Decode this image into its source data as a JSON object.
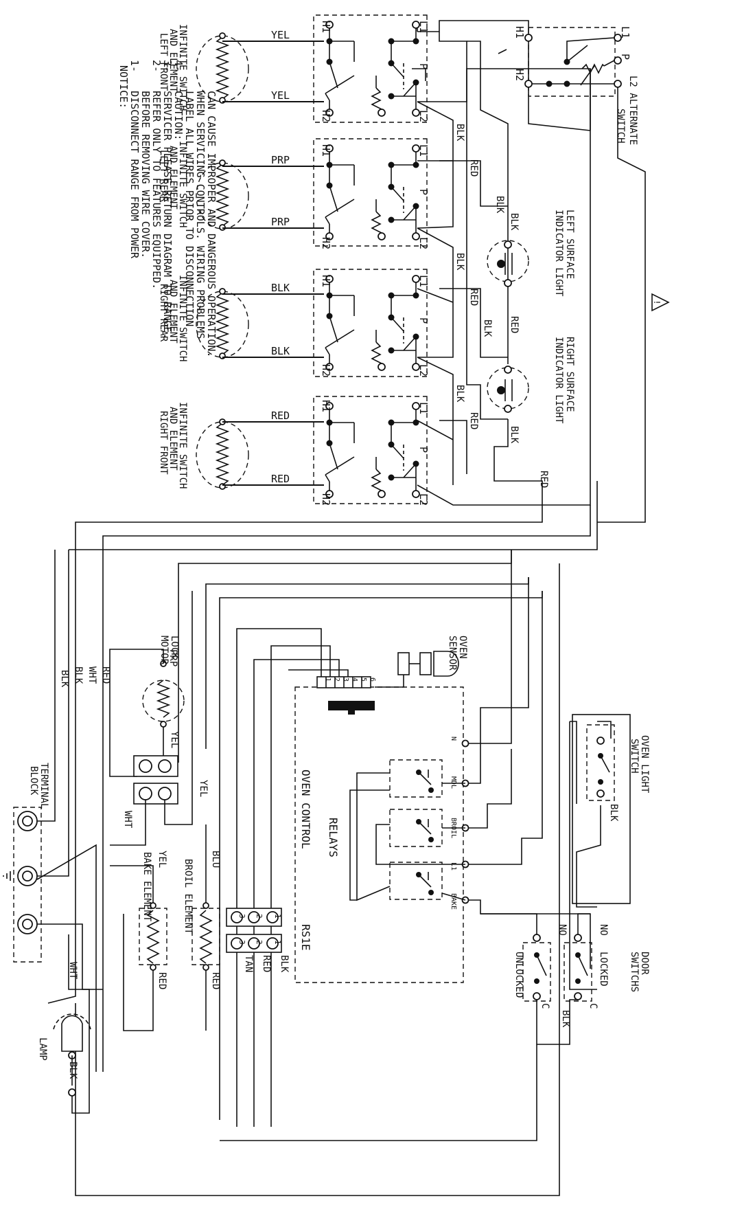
{
  "notice": {
    "heading": "NOTICE:",
    "items": [
      "1-   DISCONNECT RANGE FROM POWER",
      "     BEFORE REMOVING WIRE COVER.",
      "2-   REFER ONLY TO FEATURES EQUIPPED.",
      "3-   SERVICER PLEASE RETURN DIAGRAM TO RANGE.",
      "4-   CAUTION:",
      "     LABEL ALL WIRES PRIOR TO DISCONNECTION",
      "     WHEN SERVICING CONTROLS. WIRING PROBLEMS",
      "     CAN CAUSE IMPROPER AND DANGEROUS OPERATION."
    ]
  },
  "warning_symbol": "!",
  "switches": [
    {
      "l1": "INFINITE SWITCH",
      "l2": "AND ELEMENT",
      "l3": "LEFT FRONT",
      "wire": "YEL"
    },
    {
      "l1": "INFINITE SWITCH",
      "l2": "AND ELEMENT",
      "l3": "LEFT REAR",
      "wire": "PRP"
    },
    {
      "l1": "INFINITE SWITCH",
      "l2": "AND ELEMENT",
      "l3": "RIGHT REAR",
      "wire": "BLK"
    },
    {
      "l1": "INFINITE SWITCH",
      "l2": "AND ELEMENT",
      "l3": "RIGHT FRONT",
      "wire": "RED"
    }
  ],
  "terminals": {
    "h1": "H1",
    "h2": "H2",
    "l1": "L1",
    "l2": "L2",
    "p": "P"
  },
  "alternate_switch": {
    "l1": "L2 ALTERNATE",
    "l2": "SWITCH"
  },
  "left_indicator": {
    "l1": "LEFT SURFACE",
    "l2": "INDICATOR LIGHT"
  },
  "right_indicator": {
    "l1": "RIGHT SURFACE",
    "l2": "INDICATOR LIGHT"
  },
  "wire_colors": {
    "blk": "BLK",
    "red": "RED",
    "wht": "WHT",
    "yel": "YEL",
    "prp": "PRP",
    "blu": "BLU",
    "tan": "TAN"
  },
  "oven_sensor": {
    "l1": "OVEN",
    "l2": "SENSOR"
  },
  "connector_pins": [
    "6",
    "5",
    "4",
    "3",
    "2",
    "1"
  ],
  "oven_light_switch": {
    "l1": "OVEN LIGHT",
    "l2": "SWITCH"
  },
  "lock_motor": {
    "l1": "LOCK",
    "l2": "MOTOR"
  },
  "oven_control": {
    "label": "OVEN CONTROL",
    "model": "RS1E",
    "relays": "RELAYS"
  },
  "relay_terminals": {
    "n": "N",
    "mdl": "MDL",
    "broil": "BROIL",
    "l1": "L1",
    "bake": "BAKE"
  },
  "door_switches": {
    "l1": "DOOR",
    "l2": "SWITCHS",
    "locked": "LOCKED",
    "unlocked": "UNLOCKED",
    "no": "NO",
    "c": "C"
  },
  "terminal_block": {
    "l1": "TERMINAL",
    "l2": "BLOCK"
  },
  "broil_element": "BROIL ELEMENT",
  "bake_element": "BAKE ELEMENT",
  "lamp": "LAMP",
  "plug_pins": [
    "1",
    "2",
    "3"
  ]
}
